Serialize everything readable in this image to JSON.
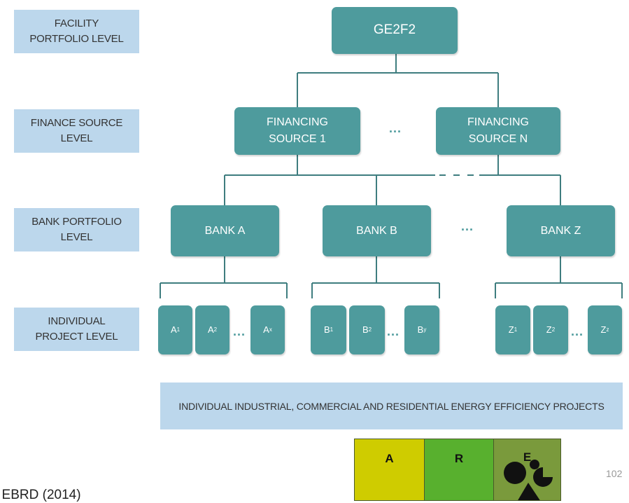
{
  "levels": {
    "facility": "FACILITY\nPORTFOLIO LEVEL",
    "finance": "FINANCE SOURCE\nLEVEL",
    "bank": "BANK PORTFOLIO\nLEVEL",
    "project": "INDIVIDUAL\nPROJECT LEVEL"
  },
  "top_node": "GE2F2",
  "sources": [
    "FINANCING\nSOURCE 1",
    "FINANCING\nSOURCE N"
  ],
  "banks": [
    "BANK A",
    "BANK B",
    "BANK Z"
  ],
  "ellipsis": "...",
  "projects": {
    "a": [
      {
        "base": "A",
        "sub": "1"
      },
      {
        "base": "A",
        "sub": "2"
      },
      {
        "base": "A",
        "sub": "x"
      }
    ],
    "b": [
      {
        "base": "B",
        "sub": "1"
      },
      {
        "base": "B",
        "sub": "2"
      },
      {
        "base": "B",
        "sub": "y"
      }
    ],
    "z": [
      {
        "base": "Z",
        "sub": "1"
      },
      {
        "base": "Z",
        "sub": "2"
      },
      {
        "base": "Z",
        "sub": "z"
      }
    ]
  },
  "bottom_bar": "INDIVIDUAL INDUSTRIAL, COMMERCIAL AND RESIDENTIAL ENERGY EFFICIENCY PROJECTS",
  "logo": {
    "letters": [
      "A",
      "R",
      "E"
    ],
    "colors": [
      "#cfcc00",
      "#58b02e",
      "#7a9a3c"
    ]
  },
  "source_text": ": EBRD (2014)",
  "page_number": "102",
  "colors": {
    "node": "#4e9b9d",
    "level_bg": "#bcd7ec",
    "line": "#3e7d7f"
  }
}
